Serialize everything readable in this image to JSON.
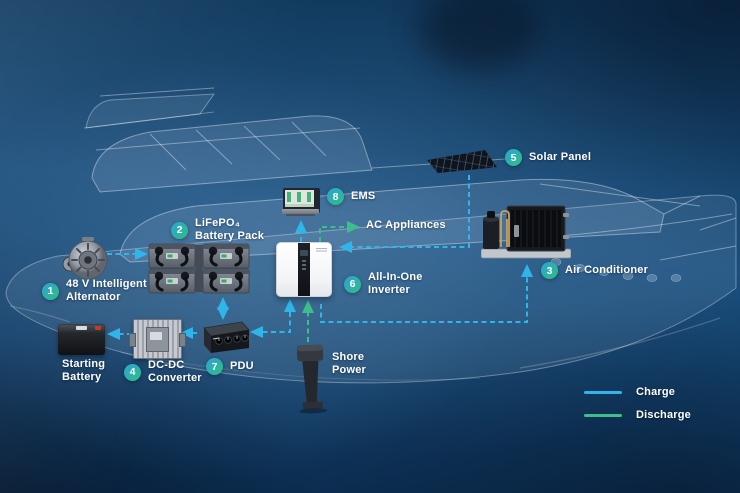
{
  "nodes": [
    {
      "num": "1",
      "label": "48 V Intelligent\nAlternator"
    },
    {
      "num": "2",
      "label": "LiFePO₄\nBattery Pack"
    },
    {
      "num": "3",
      "label": "Air Conditioner"
    },
    {
      "num": "4",
      "label": "DC-DC\nConverter"
    },
    {
      "num": "5",
      "label": "Solar Panel"
    },
    {
      "num": "6",
      "label": "All-In-One\nInverter"
    },
    {
      "num": "7",
      "label": "PDU"
    },
    {
      "num": "8",
      "label": "EMS"
    }
  ],
  "plain_labels": {
    "starting_battery": "Starting\nBattery",
    "shore_power": "Shore\nPower",
    "ac_appliances": "AC Appliances"
  },
  "legend": {
    "charge_label": "Charge",
    "discharge_label": "Discharge"
  },
  "colors": {
    "charge": "#2fb5ea",
    "discharge": "#3dbe8b",
    "badge_start": "#2ba3d4",
    "badge_end": "#2fbe82"
  }
}
